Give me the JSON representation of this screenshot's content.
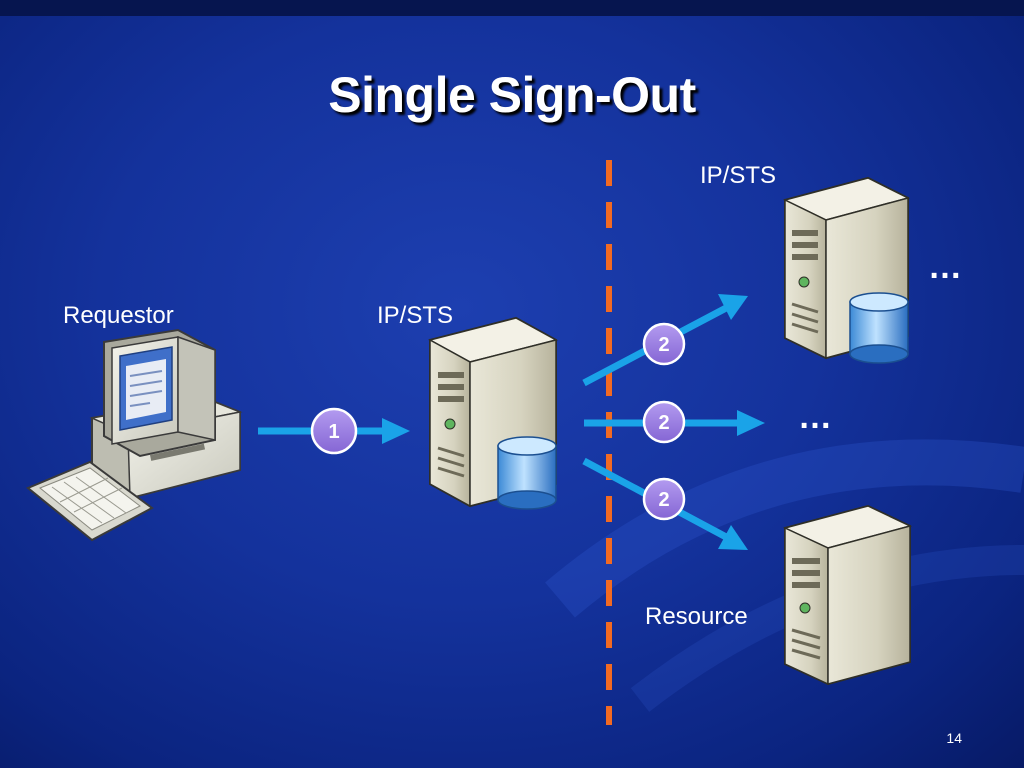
{
  "slide": {
    "title": "Single Sign-Out",
    "page_number": "14",
    "colors": {
      "background": "#14329c",
      "arrow": "#1aa3e8",
      "divider": "#f26a22",
      "badge": "#9b7fe0"
    }
  },
  "nodes": {
    "requestor": {
      "label": "Requestor",
      "icon": "desktop-computer-icon"
    },
    "ip_sts_local": {
      "label": "IP/STS",
      "icon": "server-database-icon"
    },
    "ip_sts_remote": {
      "label": "IP/STS",
      "icon": "server-database-icon"
    },
    "resource": {
      "label": "Resource",
      "icon": "server-icon"
    },
    "more_top": "…",
    "more_middle": "…"
  },
  "steps": {
    "step1": "1",
    "step2_top": "2",
    "step2_middle": "2",
    "step2_bottom": "2"
  }
}
